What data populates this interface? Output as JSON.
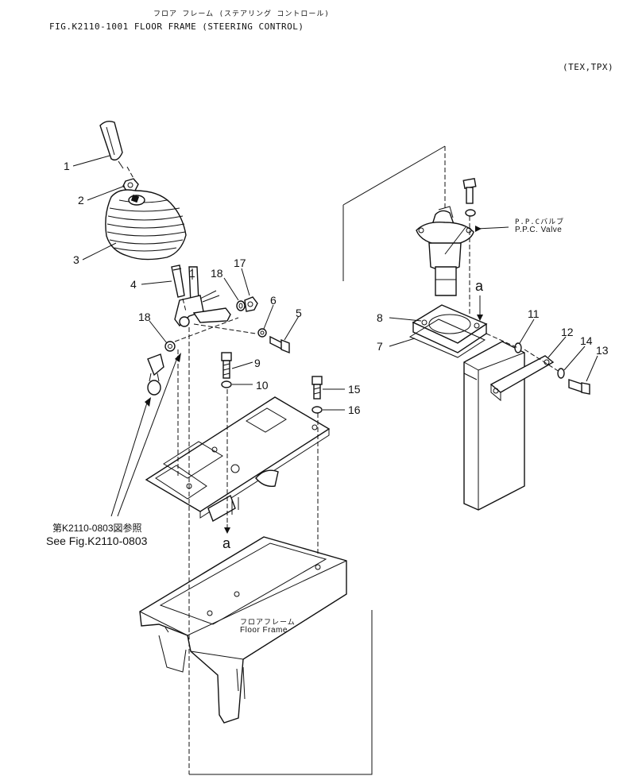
{
  "header": {
    "title_jp": "フロア フレーム (ステアリング コントロール)",
    "title_en": "FIG.K2110-1001  FLOOR FRAME (STEERING CONTROL)",
    "model_code": "(TEX,TPX)"
  },
  "labels": {
    "ppc_valve_jp": "P.P.Cバルブ",
    "ppc_valve_en": "P.P.C. Valve",
    "floor_frame_jp": "フロアフレーム",
    "floor_frame_en": "Floor Frame",
    "see_fig_jp": "第K2110-0803図参照",
    "see_fig_en": "See Fig.K2110-0803",
    "ref_a_top": "a",
    "ref_a_bottom": "a"
  },
  "callouts": [
    "1",
    "2",
    "3",
    "4",
    "1",
    "17",
    "18",
    "6",
    "5",
    "18",
    "9",
    "10",
    "15",
    "16",
    "8",
    "7",
    "11",
    "12",
    "14",
    "13"
  ]
}
